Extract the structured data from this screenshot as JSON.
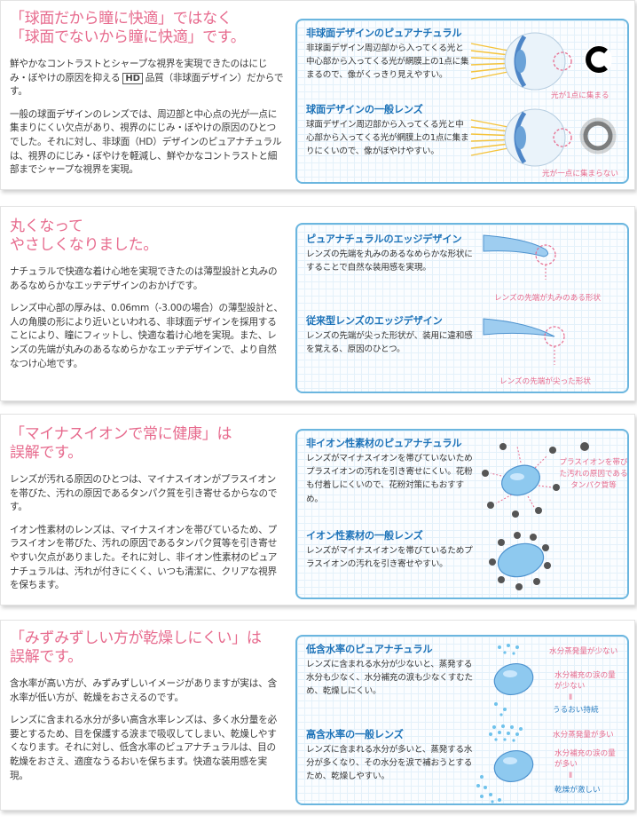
{
  "sections": [
    {
      "title": "「球面だから瞳に快適」ではなく\n「球面でないから瞳に快適」です。",
      "para1a": "鮮やかなコントラストとシャープな視界を実現できたのはにじみ・ぼやけの原因を抑える",
      "para1b": "品質（非球面デザイン）だからです。",
      "hd_label": "HD",
      "para2": "一般の球面デザインのレンズでは、周辺部と中心点の光が一点に集まりにくい欠点があり、視界のにじみ・ぼやけの原因のひとつでした。それに対し、非球面（HD）デザインのピュアナチュラルは、視界のにじみ・ぼやけを軽減し、鮮やかなコントラストと細部までシャープな視界を実現。",
      "panel": {
        "a_title": "非球面デザインのピュアナチュラル",
        "a_text": "非球面デザイン周辺部から入ってくる光と中心部から入ってくる光が網膜上の1点に集まるので、像がくっきり見えやすい。",
        "a_note": "光が1点に集まる",
        "b_title": "球面デザインの一般レンズ",
        "b_text": "球面デザイン周辺部から入ってくる光と中心部から入ってくる光が網膜上の1点に集まりにくいので、像がぼやけやすい。",
        "b_note": "光が一点に集まらない"
      }
    },
    {
      "title": "丸くなって\nやさしくなりました。",
      "para1": "ナチュラルで快適な着け心地を実現できたのは薄型設計と丸みのあるなめらかなエッヂデザインのおかげです。",
      "para2": "レンズ中心部の厚みは、0.06mm（-3.00の場合）の薄型設計と、人の角膜の形により近いといわれる、非球面デザインを採用することにより、瞳にフィットし、快適な着け心地を実現。また、レンズの先端が丸みのあるなめらかなエッヂデザインで、より自然なつけ心地です。",
      "panel": {
        "a_title": "ピュアナチュラルのエッジデザイン",
        "a_text": "レンズの先端を丸みのあるなめらかな形状にすることで自然な装用感を実現。",
        "a_note": "レンズの先端が丸みのある形状",
        "b_title": "従来型レンズのエッジデザイン",
        "b_text": "レンズの先端が尖った形状が、装用に違和感を覚える、原因のひとつ。",
        "b_note": "レンズの先端が尖った形状"
      }
    },
    {
      "title": "「マイナスイオンで常に健康」は\n誤解です。",
      "para1": "レンズが汚れる原因のひとつは、マイナスイオンがプラスイオンを帯びた、汚れの原因であるタンパク質を引き寄せるからなのです。",
      "para2": "イオン性素材のレンズは、マイナスイオンを帯びているため、プラスイオンを帯びた、汚れの原因であるタンパク質等を引き寄せやすい欠点がありました。それに対し、非イオン性素材のピュアナチュラルは、汚れが付きにくく、いつも清潔に、クリアな視界を保ちます。",
      "panel": {
        "a_title": "非イオン性素材のピュアナチュラル",
        "a_text": "レンズがマイナスイオンを帯びていないためプラスイオンの汚れを引き寄せにくい。花粉も付着しにくいので、花粉対策にもおすすめ。",
        "a_note": "プラスイオンを帯びた汚れの原因であるタンパク質等",
        "b_title": "イオン性素材の一般レンズ",
        "b_text": "レンズがマイナスイオンを帯びているためプラスイオンの汚れを引き寄せやすい。"
      }
    },
    {
      "title": "「みずみずしい方が乾燥しにくい」は\n誤解です。",
      "para1": "含水率が高い方が、みずみずしいイメージがありますが実は、含水率が低い方が、乾燥をおさえるのです。",
      "para2": "レンズに含まれる水分が多い高含水率レンズは、多く水分量を必要とするため、目を保護する涙まで吸収してしまい、乾燥しやすくなります。それに対し、低含水率のピュアナチュラルは、目の乾燥をおさえ、適度なうるおいを保ちます。快適な装用感を実現。",
      "panel": {
        "a_title": "低含水率のピュアナチュラル",
        "a_text": "レンズに含まれる水分が少ないと、蒸発する水分も少なく、水分補充の涙も少なくすむため、乾燥しにくい。",
        "a_note1": "水分蒸発量が少ない",
        "a_note2": "水分補充の涙の量が少ない",
        "a_eq": "Ⅱ",
        "a_note3": "うるおい持続",
        "b_title": "高含水率の一般レンズ",
        "b_text": "レンズに含まれる水分が多いと、蒸発する水分が多くなり、その水分を涙で補おうとするため、乾燥しやすい。",
        "b_note1": "水分蒸発量が多い",
        "b_note2": "水分補充の涙の量が多い",
        "b_eq": "Ⅱ",
        "b_note3": "乾燥が激しい"
      }
    }
  ],
  "colors": {
    "title_pink": "#e76b8e",
    "panel_blue": "#1f74b9",
    "border_blue": "#6bb6df"
  }
}
